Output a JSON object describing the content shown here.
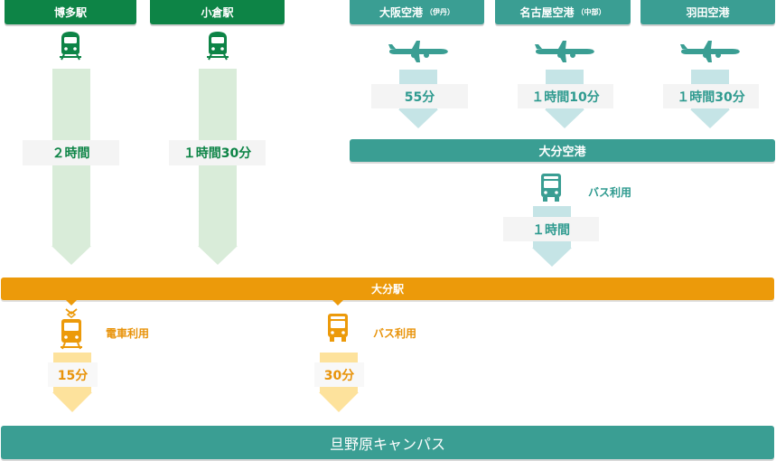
{
  "origins": [
    {
      "name": "博多駅",
      "duration": "２時間"
    },
    {
      "name": "小倉駅",
      "duration": "１時間30分"
    },
    {
      "name": "大阪空港",
      "sub": "（伊丹）",
      "duration": "55分"
    },
    {
      "name": "名古屋空港",
      "sub": "（中部）",
      "duration": "１時間10分"
    },
    {
      "name": "羽田空港",
      "duration": "１時間30分"
    }
  ],
  "oita_airport": {
    "name": "大分空港",
    "transport": "バス利用",
    "duration": "１時間"
  },
  "oita_station": {
    "name": "大分駅"
  },
  "routes": [
    {
      "transport": "電車利用",
      "duration": "15分"
    },
    {
      "transport": "バス利用",
      "duration": "30分"
    }
  ],
  "destination": {
    "name": "旦野原キャンパス"
  },
  "colors": {
    "green": "#0d8446",
    "teal": "#3a9e93",
    "orange": "#ec9a0a",
    "light_green": "#d9ecd9",
    "light_teal": "#c5e4e6",
    "light_orange": "#fde29c"
  },
  "icons": [
    "train-icon",
    "airplane-icon",
    "bus-icon",
    "tram-icon"
  ]
}
